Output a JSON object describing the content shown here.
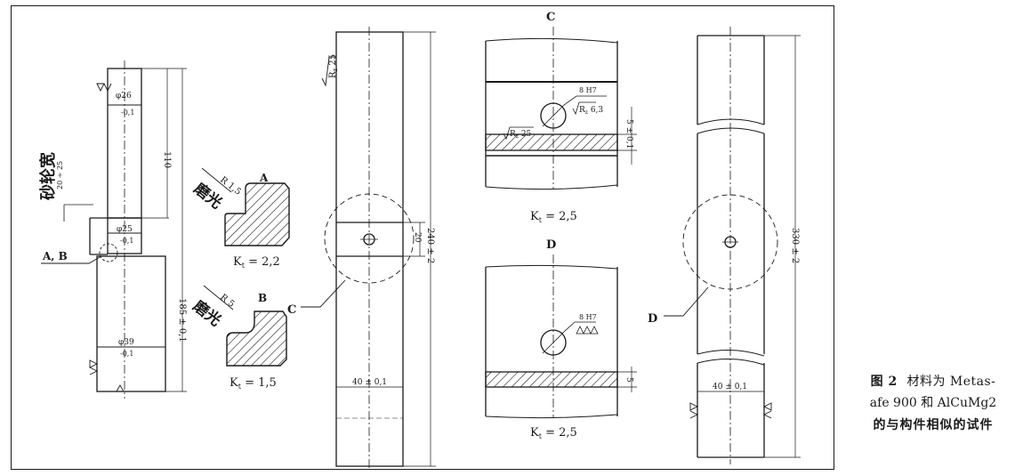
{
  "specimen1": {
    "dia_top": "φ26",
    "tol_top": "-0,1",
    "len_110": "110",
    "len_185": "185 ± 0,1",
    "dia_mid": "φ25",
    "tol_mid": "-0,1",
    "dia_bot": "φ39",
    "tol_bot": "-0,1",
    "grind_width_label": "砂轮宽",
    "grind_width_value": "20 ÷ 25",
    "ab_label": "A, B"
  },
  "detail_a": {
    "label": "A",
    "radius": "R 1,5",
    "polish": "磨光",
    "kt": "K",
    "kt_sub": "t",
    "kt_val": " = 2,2"
  },
  "detail_b": {
    "label": "B",
    "radius": "R 5",
    "polish": "磨光",
    "kt": "K",
    "kt_sub": "t",
    "kt_val": " = 1,5"
  },
  "specimen2": {
    "roughness": "R",
    "roughness_sub": "z",
    "roughness_val": " 25",
    "dim_20": "20",
    "dim_240": "240 ± 2",
    "dim_40": "40 ± 0,1",
    "c_label": "C"
  },
  "detail_c": {
    "label": "C",
    "bore": "8 H7",
    "rough1": "R",
    "rough1_sub": "z",
    "rough1_val": " 6,3",
    "rough2": "R",
    "rough2_sub": "z",
    "rough2_val": " 25",
    "dim_5": "5 ± 0,1",
    "kt": "K",
    "kt_sub": "t",
    "kt_val": " = 2,5"
  },
  "detail_d": {
    "label": "D",
    "bore": "8 H7",
    "dim_5": "5",
    "kt": "K",
    "kt_sub": "t",
    "kt_val": " = 2,5"
  },
  "specimen3": {
    "dim_330": "330 ± 2",
    "dim_40": "40 ± 0,1",
    "d_label": "D"
  },
  "caption": {
    "fig_no": "图 2",
    "line1": "材料为 Metas-",
    "line2": "afe 900 和 AlCuMg2",
    "line3": "的与构件相似的试件"
  }
}
